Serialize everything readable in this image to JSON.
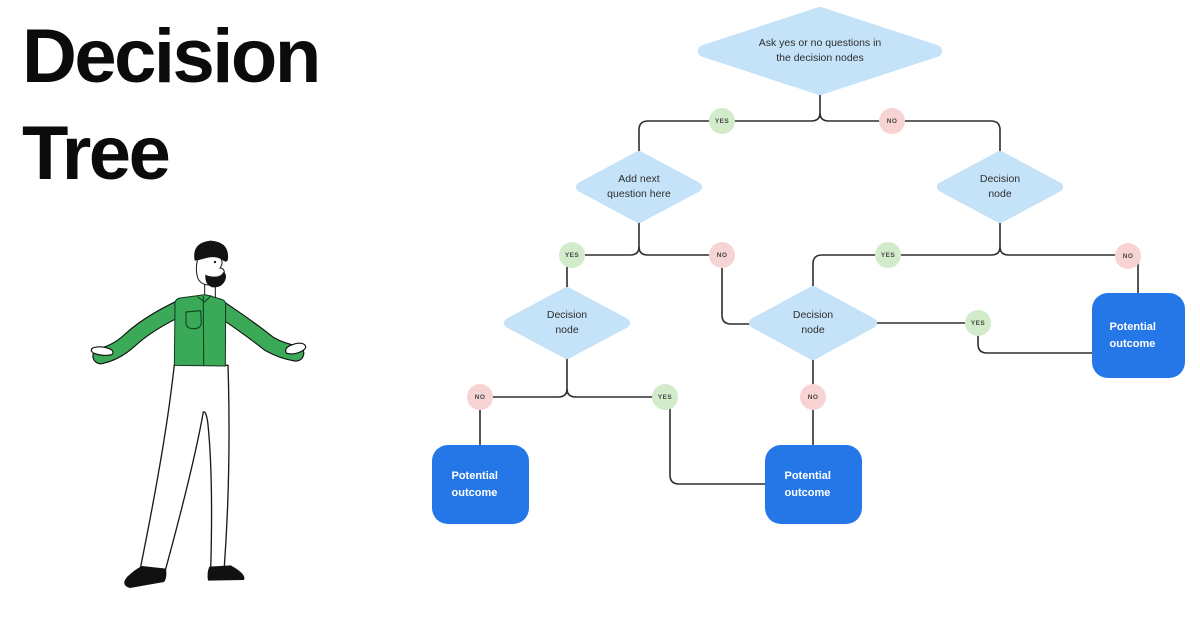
{
  "title": {
    "line1": "Decision",
    "line2": "Tree"
  },
  "colors": {
    "diamond_fill": "#C4E2F8",
    "yes_badge": "#D2EBCB",
    "no_badge": "#F8D3D3",
    "outcome_fill": "#2577E8",
    "outcome_text": "#FFFFFF",
    "connector": "#2E2E2E",
    "title_text": "#0B0B0B",
    "shirt_green": "#3BAA58"
  },
  "flowchart": {
    "nodes": {
      "root": {
        "label": "Ask yes or no questions in the decision nodes"
      },
      "add_next": {
        "label": "Add next question here"
      },
      "decision_right": {
        "label": "Decision node"
      },
      "decision_left": {
        "label": "Decision node"
      },
      "decision_mid": {
        "label": "Decision node"
      },
      "outcome_left": {
        "label": "Potential outcome"
      },
      "outcome_mid": {
        "label": "Potential outcome"
      },
      "outcome_right": {
        "label": "Potential outcome"
      }
    },
    "badges": {
      "root_yes": {
        "label": "YES"
      },
      "root_no": {
        "label": "NO"
      },
      "add_next_yes": {
        "label": "YES"
      },
      "add_next_no": {
        "label": "NO"
      },
      "decision_right_yes": {
        "label": "YES"
      },
      "decision_right_no": {
        "label": "NO"
      },
      "decision_mid_yes": {
        "label": "YES"
      },
      "decision_left_no": {
        "label": "NO"
      },
      "decision_left_yes": {
        "label": "YES"
      },
      "decision_mid_no": {
        "label": "NO"
      }
    }
  }
}
